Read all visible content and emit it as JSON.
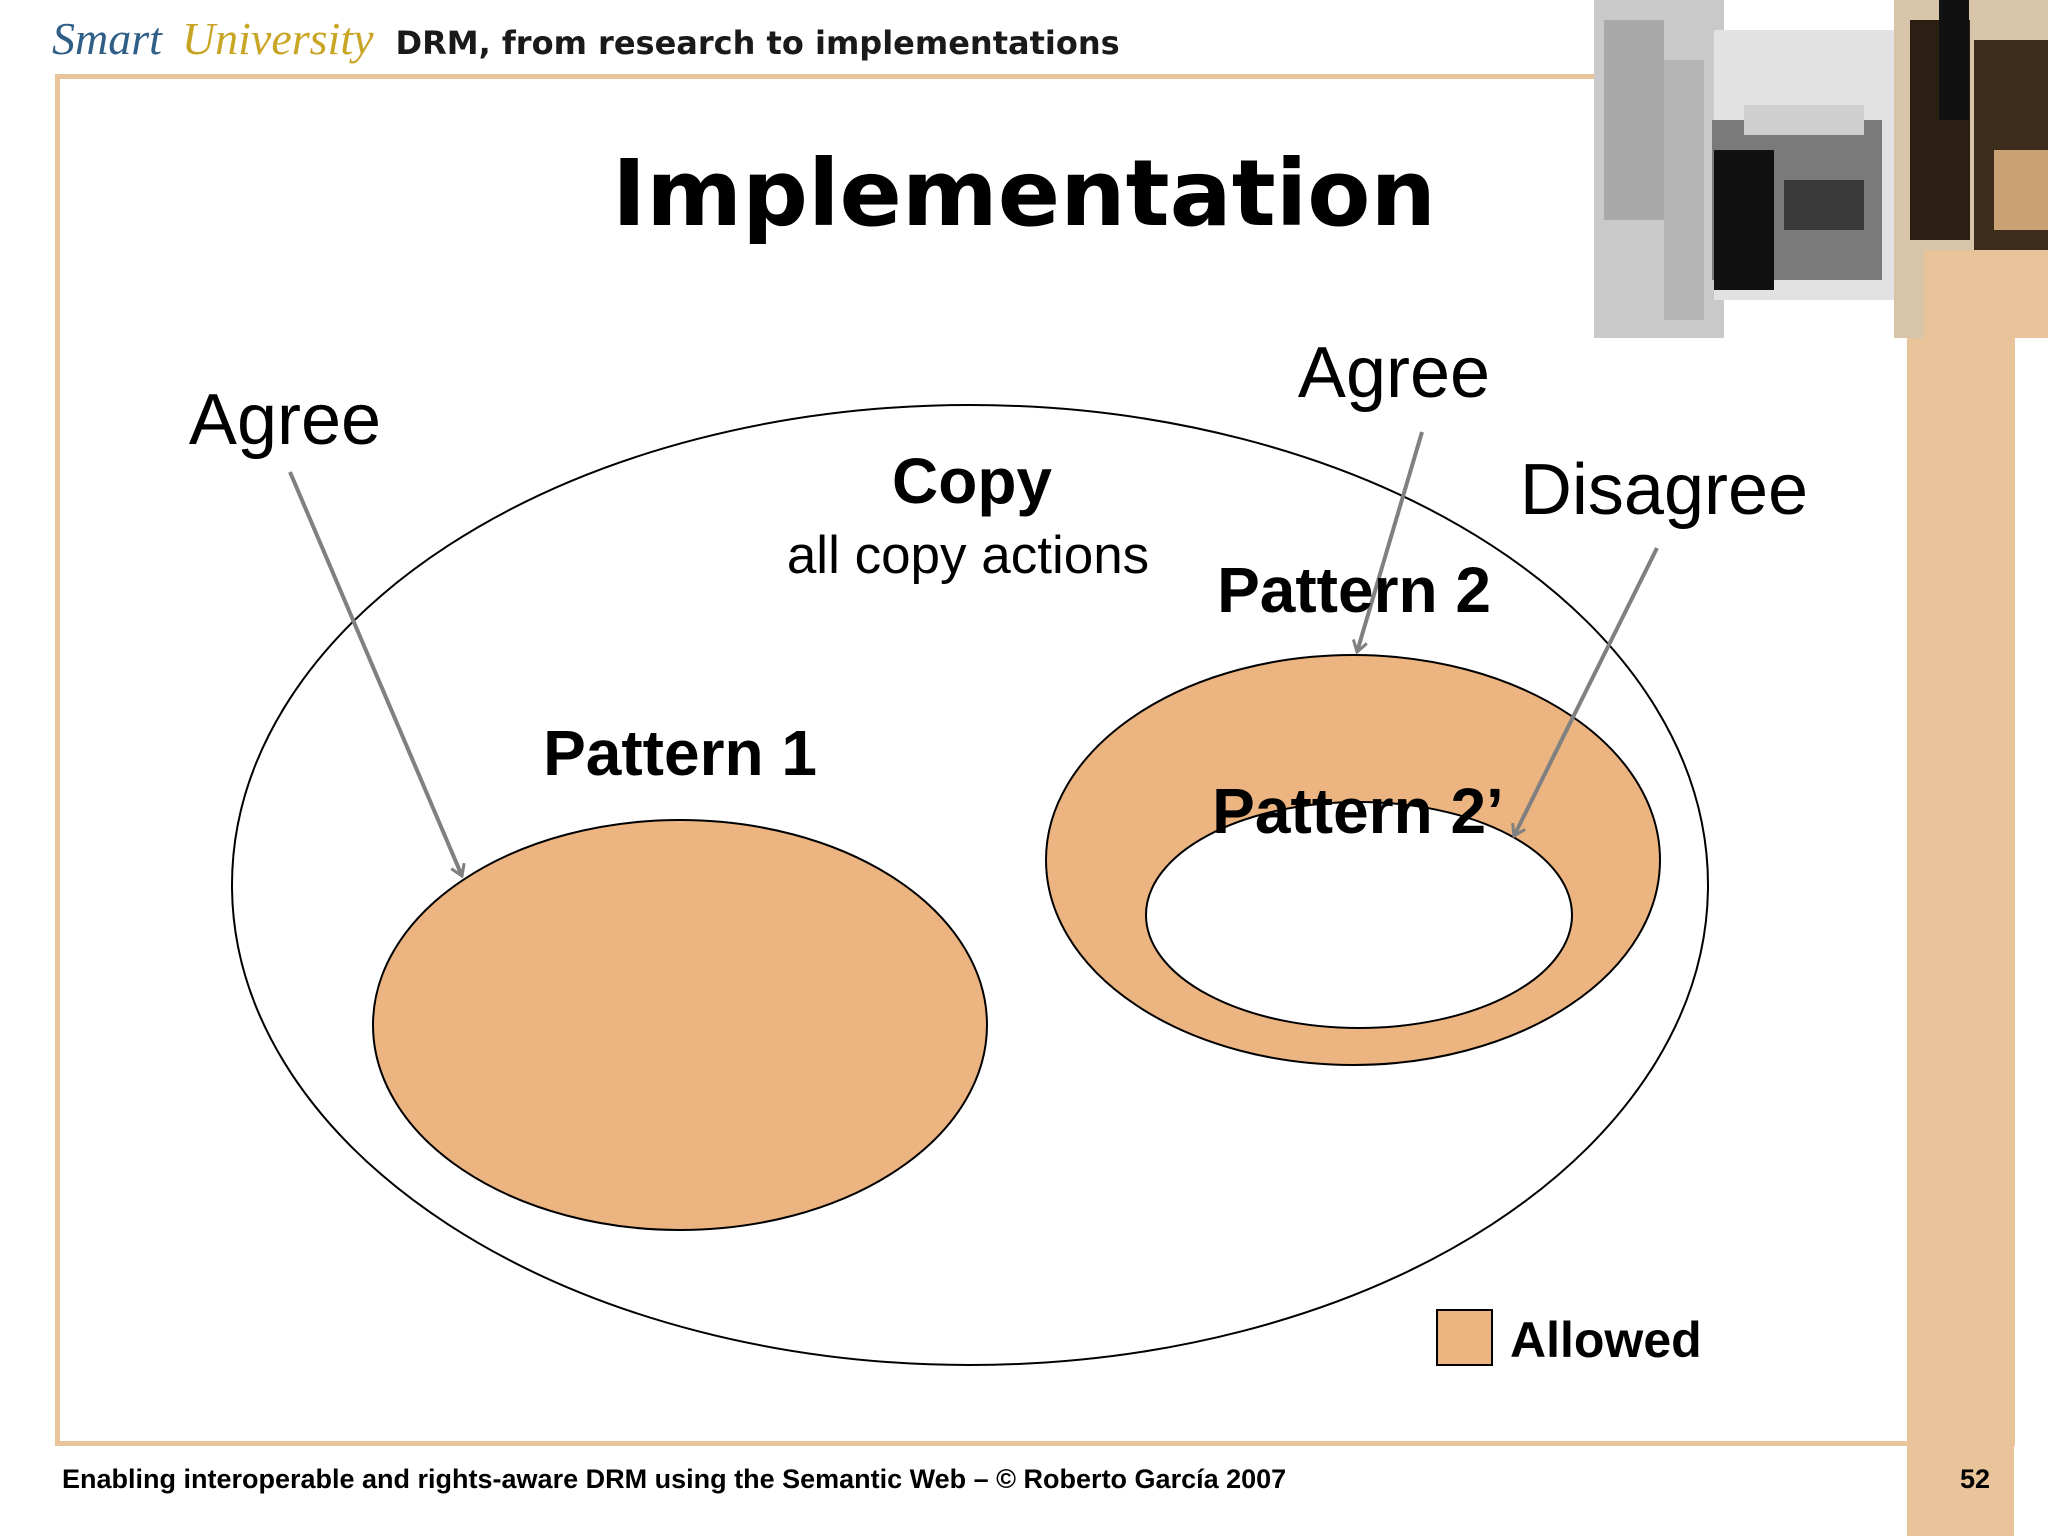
{
  "header": {
    "brand_smart": "Smart",
    "brand_university": "University",
    "subtitle": "DRM, from research to implementations"
  },
  "slide": {
    "title": "Implementation"
  },
  "diagram": {
    "copy_title": "Copy",
    "copy_subtitle": "all copy actions",
    "pattern1_label": "Pattern 1",
    "pattern2_label": "Pattern 2",
    "pattern2prime_label": "Pattern 2’",
    "agree_left_label": "Agree",
    "agree_right_label": "Agree",
    "disagree_label": "Disagree",
    "legend_label": "Allowed"
  },
  "colors": {
    "allowed_fill": "#ebb481",
    "frame": "#e9c39a",
    "arrow": "#808080"
  },
  "footer": {
    "text": "Enabling interoperable and rights-aware DRM using the Semantic Web – © Roberto García 2007",
    "page_number": "52"
  }
}
